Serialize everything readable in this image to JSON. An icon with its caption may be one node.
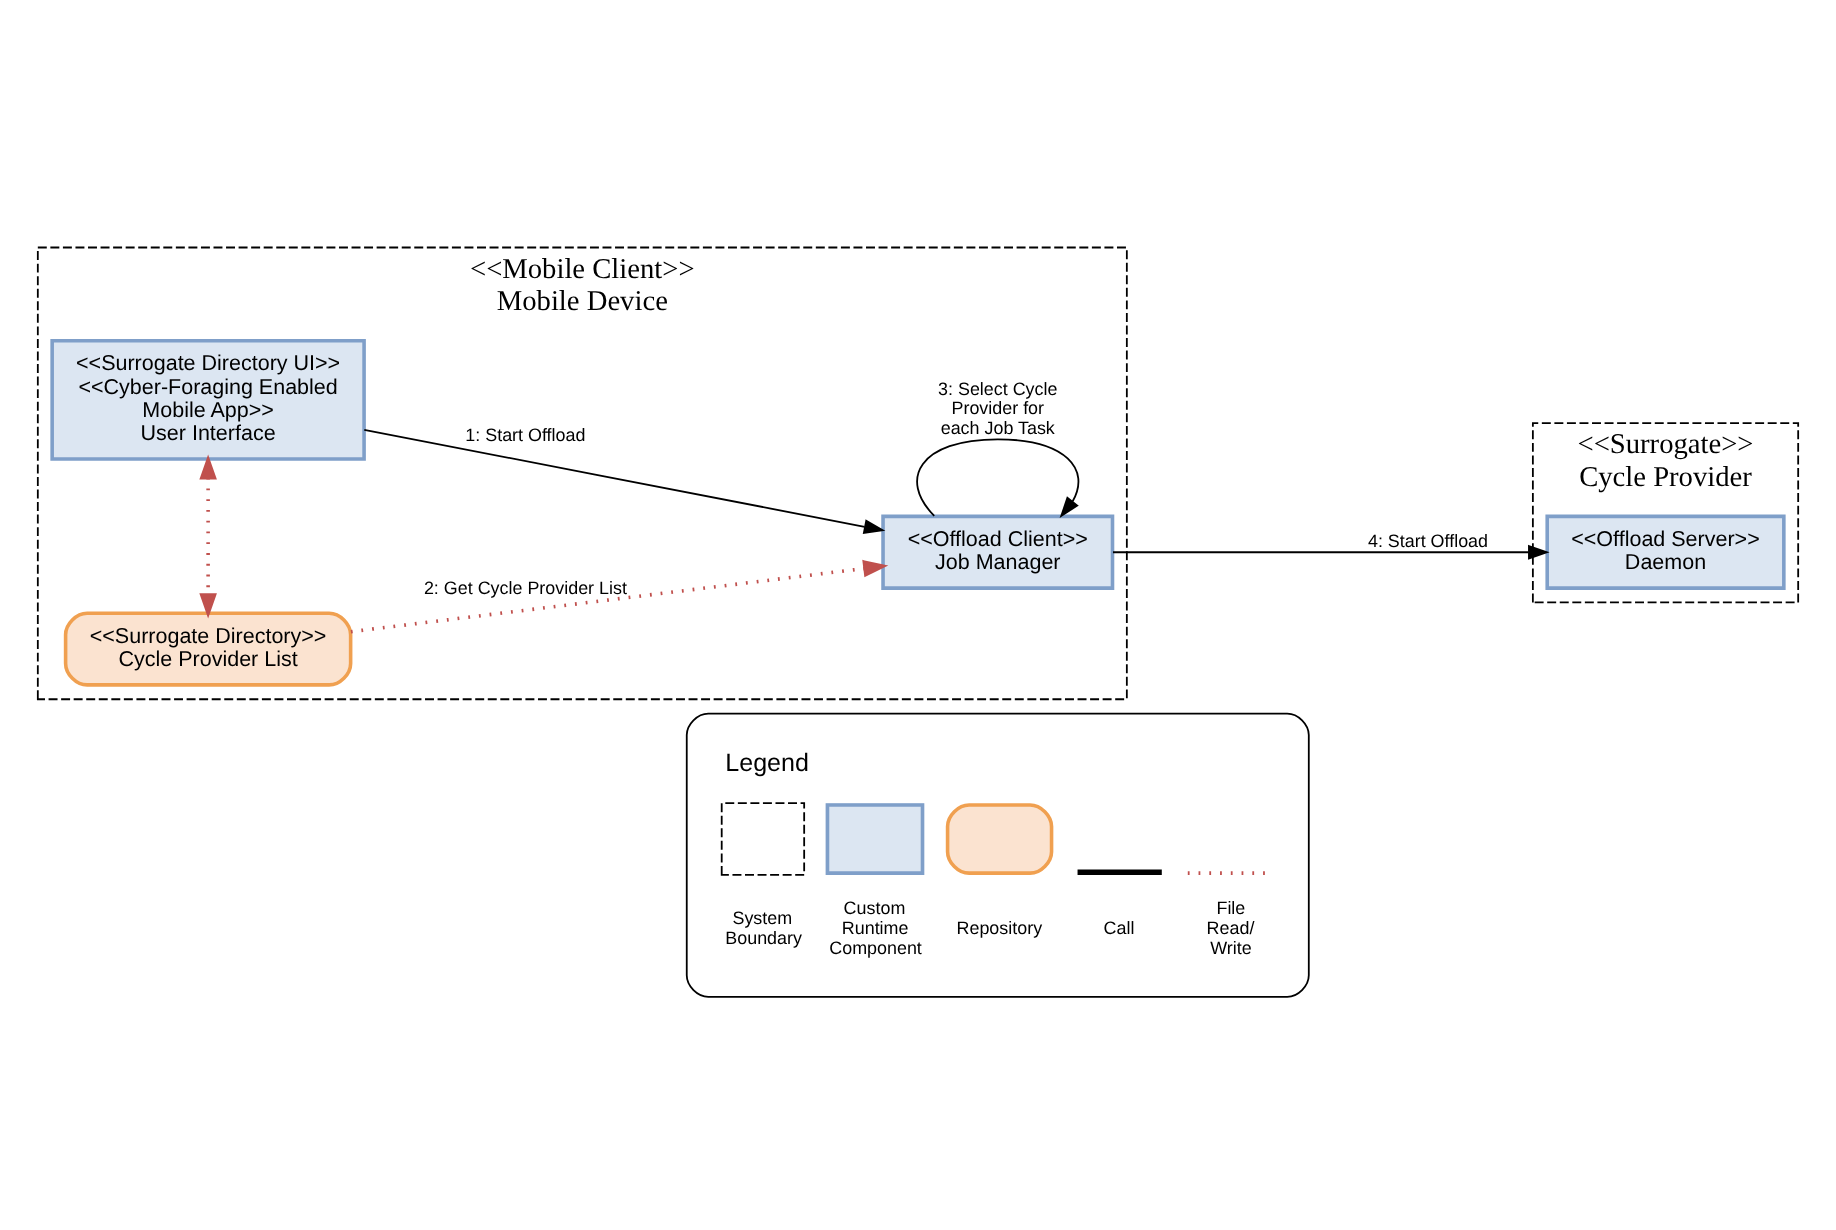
{
  "diagram": {
    "nodes": [
      {
        "text": [
          "<<Mobile Client>>",
          "Mobile Device"
        ]
      },
      {
        "text": [
          "<<Surrogate Directory UI>> <<Cyber-Foraging Enabled Mobile App>>",
          "User Interface"
        ],
        "in": 0
      },
      {
        "text": [
          "<<Offload Client>>",
          "Job Manager"
        ],
        "in": 0
      },
      {
        "text": [
          "<<Surrogate Directory>>",
          "Cycle Provider List"
        ],
        "in": 0
      },
      {
        "text": [
          "<<Surrogate>>",
          "Cycle Provider"
        ]
      },
      {
        "text": [
          "<<Offload Server>>",
          "Daemon"
        ],
        "in": 4
      }
    ],
    "edges": [
      {
        "from": 1,
        "to": 2,
        "arrow": "to",
        "label": "1: Start Offload"
      },
      {
        "from": 3,
        "to": 2,
        "arrow": "to",
        "label": "2: Get Cycle Provider List",
        "style": "dashed",
        "color": "#c0504d"
      },
      {
        "from": 2,
        "to": 2,
        "arrow": "to",
        "label": "3: Select Cycle Provider for each Job Task"
      },
      {
        "from": 2,
        "to": 5,
        "arrow": "to",
        "label": "4: Start Offload"
      },
      {
        "from": 1,
        "to": 3,
        "arrow": "both",
        "style": "dashed",
        "color": "#c0504d"
      }
    ],
    "labels": [
      "Legend"
    ],
    "legend": [
      {
        "text": "System Boundary"
      },
      {
        "text": "Custom Runtime Component"
      },
      {
        "text": "Repository"
      },
      {
        "text": "Call"
      },
      {
        "text": "File Read/ Write"
      }
    ]
  }
}
